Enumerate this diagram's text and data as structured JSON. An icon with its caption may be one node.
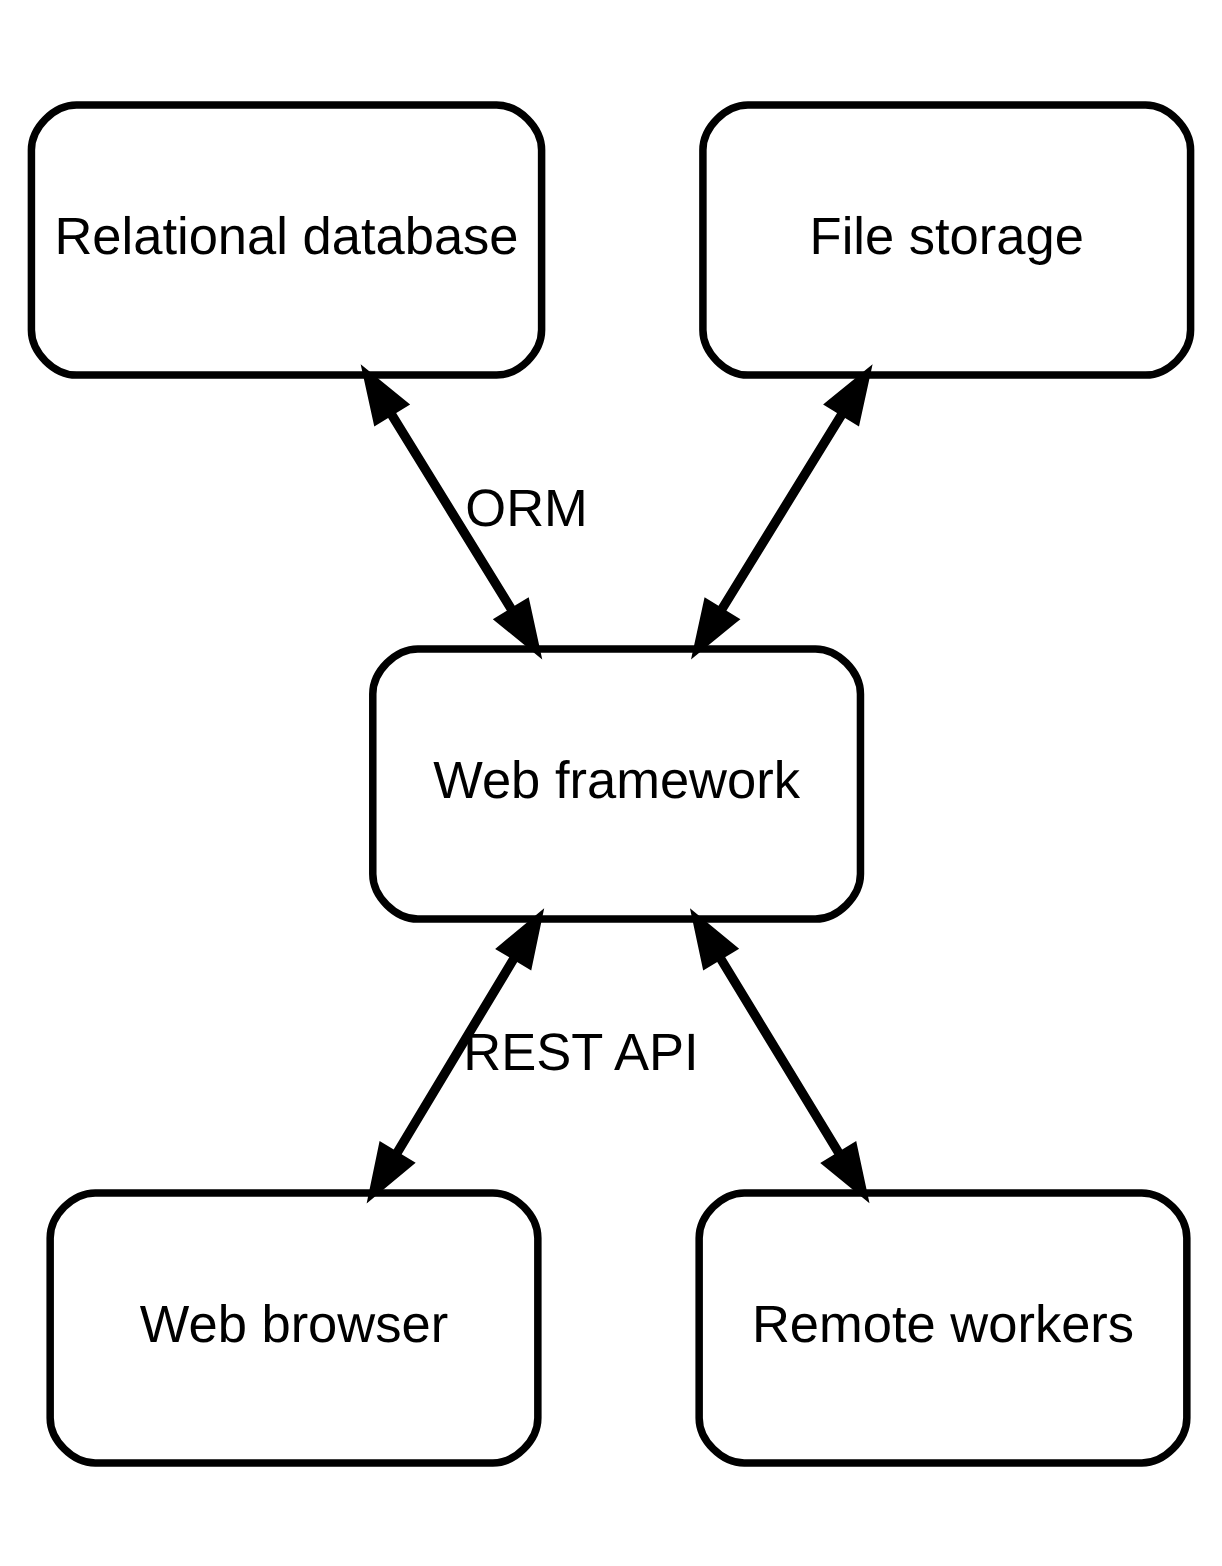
{
  "diagram": {
    "nodes": [
      {
        "text": [
          "Relational database"
        ]
      },
      {
        "text": [
          "File storage"
        ]
      },
      {
        "text": [
          "Web framework"
        ]
      },
      {
        "text": [
          "Web browser"
        ]
      },
      {
        "text": [
          "Remote workers"
        ]
      }
    ],
    "edges": [
      {
        "from": 0,
        "to": 2,
        "arrow": "both",
        "label": "ORM"
      },
      {
        "from": 1,
        "to": 2,
        "arrow": "both"
      },
      {
        "from": 2,
        "to": 3,
        "arrow": "both",
        "label": "REST API"
      },
      {
        "from": 2,
        "to": 4,
        "arrow": "both"
      }
    ]
  }
}
